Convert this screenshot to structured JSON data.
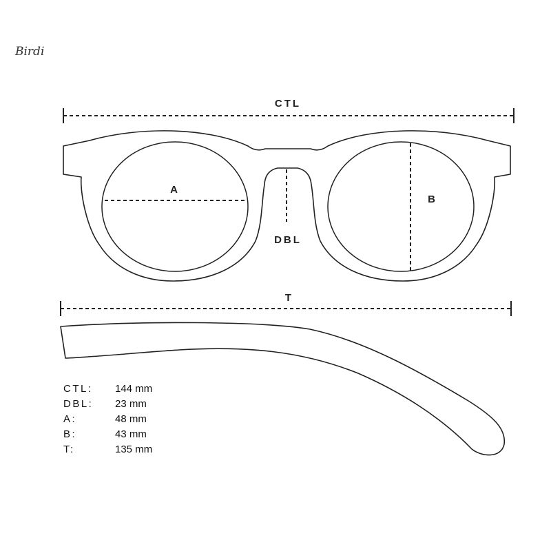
{
  "title": "Birdi",
  "dimensions": {
    "ctl": "CTL",
    "a": "A",
    "b": "B",
    "dbl": "DBL",
    "t": "T"
  },
  "specs": [
    {
      "label": "CTL:",
      "value": "144 mm"
    },
    {
      "label": "DBL:",
      "value": "23 mm"
    },
    {
      "label": "A:",
      "value": "48 mm"
    },
    {
      "label": "B:",
      "value": "43 mm"
    },
    {
      "label": "T:",
      "value": "135 mm"
    }
  ],
  "colors": {
    "line": "#222222",
    "background": "#ffffff"
  }
}
